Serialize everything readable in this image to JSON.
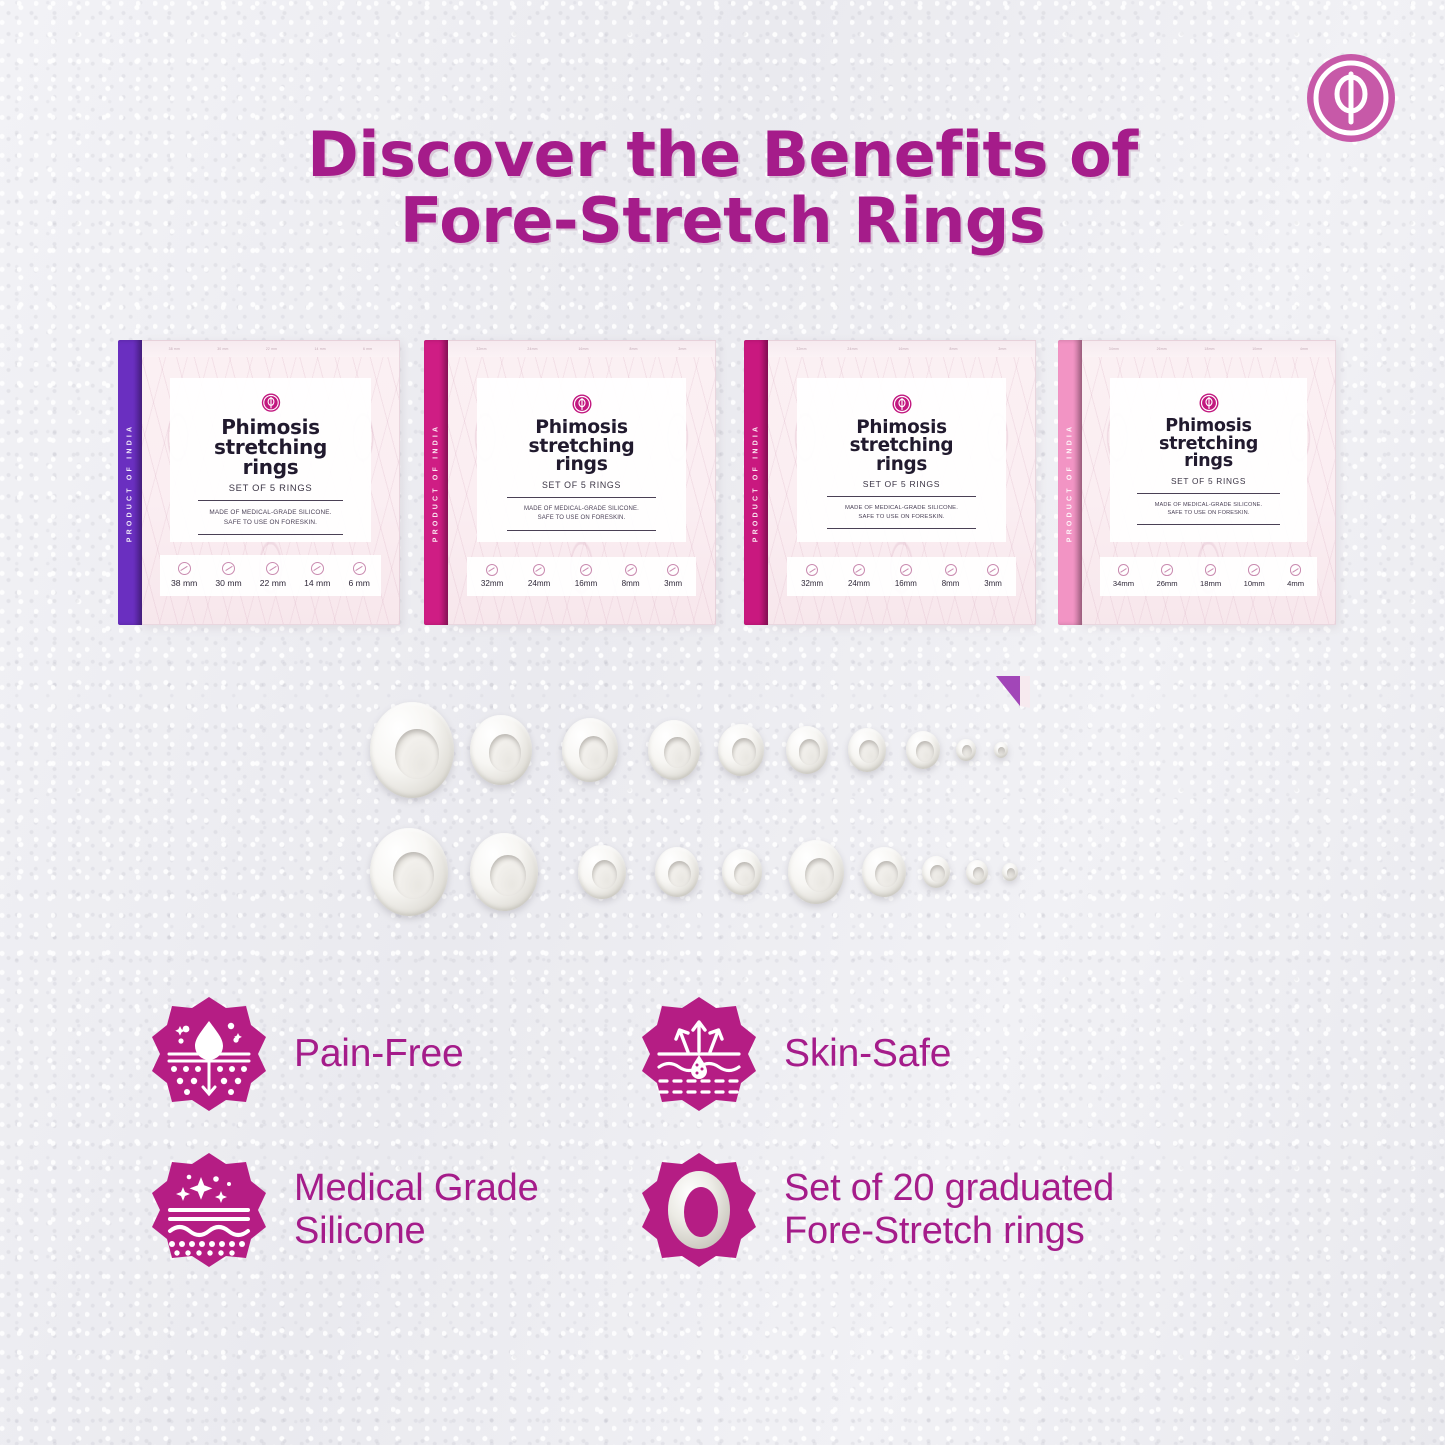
{
  "brand": {
    "logo_icon": "phi-circle-logo",
    "logo_symbol": "φ"
  },
  "title": {
    "line1": "Discover the Benefits of",
    "line2": "Fore-Stretch Rings",
    "color": "#a51c8a"
  },
  "boxes": [
    {
      "spine_text": "PRODUCT OF INDIA",
      "spine_color": "#6a2fc0",
      "product_name_line1": "Phimosis",
      "product_name_line2": "stretching",
      "product_name_line3": "rings",
      "set_label": "SET OF 5 RINGS",
      "note_line1": "MADE OF MEDICAL-GRADE SILICONE.",
      "note_line2": "SAFE TO USE ON FORESKIN.",
      "sizes": [
        "38 mm",
        "30 mm",
        "22 mm",
        "14 mm",
        "6 mm"
      ]
    },
    {
      "spine_text": "PRODUCT OF INDIA",
      "spine_color": "#cf1d84",
      "product_name_line1": "Phimosis",
      "product_name_line2": "stretching",
      "product_name_line3": "rings",
      "set_label": "SET OF 5 RINGS",
      "note_line1": "MADE OF MEDICAL-GRADE SILICONE.",
      "note_line2": "SAFE TO USE ON FORESKIN.",
      "sizes": [
        "32mm",
        "24mm",
        "16mm",
        "8mm",
        "3mm"
      ]
    },
    {
      "spine_text": "PRODUCT OF INDIA",
      "spine_color": "#c9187f",
      "product_name_line1": "Phimosis",
      "product_name_line2": "stretching",
      "product_name_line3": "rings",
      "set_label": "SET OF 5 RINGS",
      "note_line1": "MADE OF MEDICAL-GRADE SILICONE.",
      "note_line2": "SAFE TO USE ON FORESKIN.",
      "sizes": [
        "32mm",
        "24mm",
        "16mm",
        "8mm",
        "3mm"
      ]
    },
    {
      "spine_text": "PRODUCT OF INDIA",
      "spine_color": "#f294c4",
      "product_name_line1": "Phimosis",
      "product_name_line2": "stretching",
      "product_name_line3": "rings",
      "set_label": "SET OF 5 RINGS",
      "note_line1": "MADE OF MEDICAL-GRADE SILICONE.",
      "note_line2": "SAFE TO USE ON FORESKIN.",
      "sizes": [
        "34mm",
        "26mm",
        "18mm",
        "10mm",
        "4mm"
      ]
    }
  ],
  "rings_display": {
    "total_count": 20,
    "rows": 2,
    "per_row": 10
  },
  "features": [
    {
      "label": "Pain-Free",
      "icon": "droplet-skin-layers-icon"
    },
    {
      "label": "Skin-Safe",
      "icon": "arrows-up-skin-layers-icon"
    },
    {
      "label_line1": "Medical Grade",
      "label_line2": "Silicone",
      "icon": "sparkle-skin-layers-icon"
    },
    {
      "label_line1": "Set of 20 graduated",
      "label_line2": "Fore-Stretch rings",
      "icon": "silicone-ring-icon"
    }
  ],
  "colors": {
    "brand_magenta": "#a51c8a",
    "badge_fill": "#b51d84",
    "background": "#eeeef2"
  }
}
